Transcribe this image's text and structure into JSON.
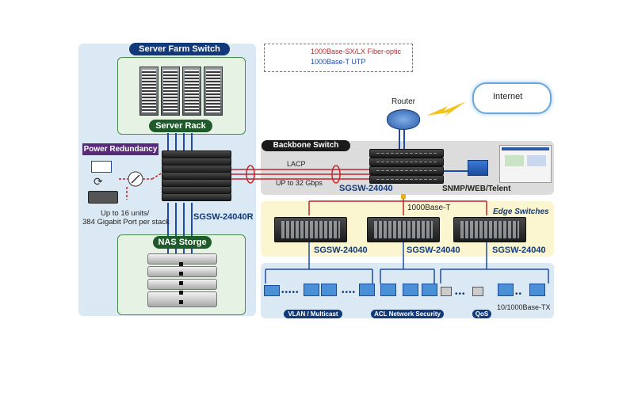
{
  "legend": {
    "fiber_label": "1000Base-SX/LX Fiber-optic",
    "utp_label": "1000Base-T UTP",
    "fiber_color": "#c0262c",
    "utp_color": "#1f4aa8"
  },
  "server_farm": {
    "title": "Server Farm Switch",
    "rack_label": "Server Rack",
    "nas_label": "NAS Storge"
  },
  "power": {
    "title": "Power Redundancy",
    "stack_note_line1": "Up to 16 units/",
    "stack_note_line2": "384 Gigabit Port per stack"
  },
  "stack_model": "SGSW-24040R",
  "internet_label": "Internet",
  "router_label": "Router",
  "backbone": {
    "title": "Backbone Switch",
    "lacp": "LACP",
    "bandwidth": "UP to 32 Gbps",
    "model": "SGSW-24040",
    "mgmt": "SNMP/WEB/Telent"
  },
  "edge": {
    "link_label": "1000Base-T",
    "title": "Edge Switches",
    "models": [
      "SGSW-24040",
      "SGSW-24040",
      "SGSW-24040"
    ]
  },
  "clients": {
    "vlan": "VLAN / Multicast",
    "acl": "ACL Network Security",
    "qos": "QoS",
    "port_type": "10/1000Base-TX"
  }
}
